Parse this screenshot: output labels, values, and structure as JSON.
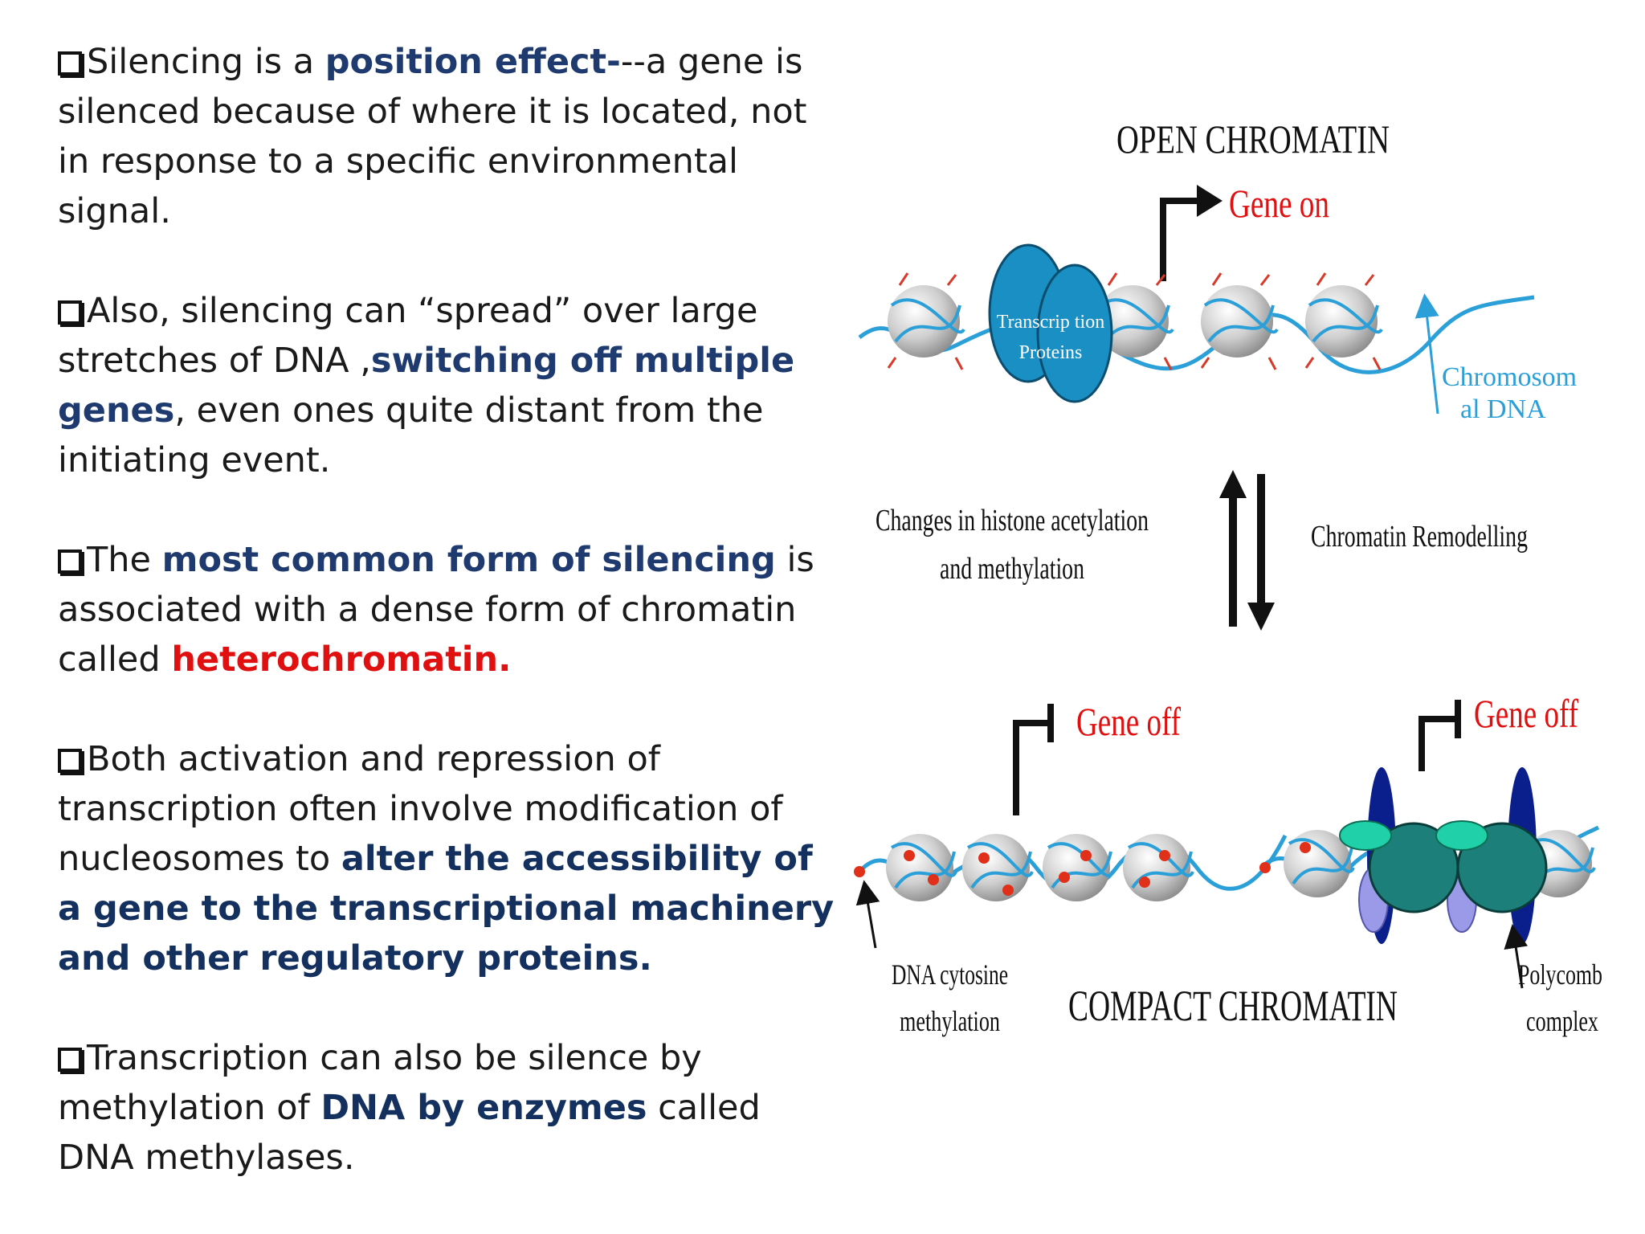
{
  "bullets": [
    {
      "parts": [
        {
          "t": "Silencing is a ",
          "s": "n"
        },
        {
          "t": "position effect-",
          "s": "hl"
        },
        {
          "t": "--a gene is silenced because of where it is located, not in response to a specific environmental signal.",
          "s": "n"
        }
      ]
    },
    {
      "parts": [
        {
          "t": "Also, silencing can “spread” over large stretches of DNA ,",
          "s": "n"
        },
        {
          "t": "switching off multiple genes",
          "s": "hl"
        },
        {
          "t": ", even ones quite distant from the initiating event.",
          "s": "n"
        }
      ]
    },
    {
      "parts": [
        {
          "t": "The ",
          "s": "n"
        },
        {
          "t": "most common form of silencing",
          "s": "hl"
        },
        {
          "t": " is associated with a dense form of chromatin called ",
          "s": "n"
        },
        {
          "t": "heterochromatin.",
          "s": "red"
        }
      ]
    },
    {
      "parts": [
        {
          "t": "Both activation and repression of transcription often  involve modification of nucleosomes to ",
          "s": "n"
        },
        {
          "t": "alter the  accessibility of a gene to the transcriptional  machinery and other regulatory proteins.",
          "s": "hl-dk"
        }
      ]
    },
    {
      "parts": [
        {
          "t": "Transcription can also be silence by methylation of ",
          "s": "n"
        },
        {
          "t": "DNA by enzymes",
          "s": "hl-dk"
        },
        {
          "t": " called DNA methylases.",
          "s": "n"
        }
      ]
    }
  ],
  "diagram": {
    "open_title": "OPEN CHROMATIN",
    "gene_on": "Gene on",
    "tp_line1": "Transcrip tion",
    "tp_line2": "Proteins",
    "chrom_line1": "Chromosom",
    "chrom_line2": "al DNA",
    "changes_line1": "Changes in histone acetylation",
    "changes_line2": "and methylation",
    "remodel": "Chromatin Remodelling",
    "gene_off_left": "Gene off",
    "gene_off_right": "Gene off",
    "dna_meth_line1": "DNA cytosine",
    "dna_meth_line2": "methylation",
    "compact_title": "COMPACT CHROMATIN",
    "polycomb_line1": "Polycomb",
    "polycomb_line2": "complex"
  },
  "colors": {
    "blue_text": "#1f3a6e",
    "red_text": "#e01010",
    "dna": "#2a9fd8",
    "tp_protein": "#1a8fc4",
    "polycomb_dark": "#0b1f8c",
    "polycomb_teal": "#1d7f7a"
  }
}
